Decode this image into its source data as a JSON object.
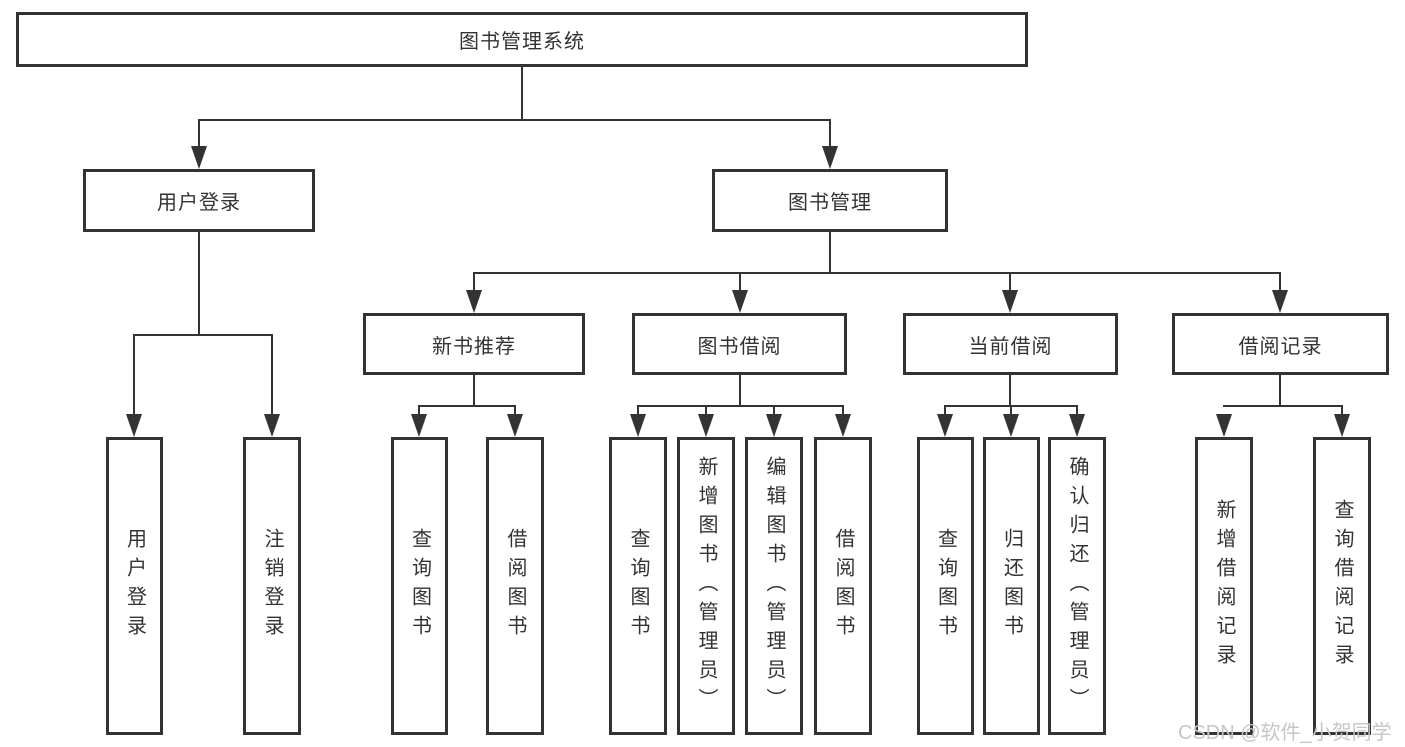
{
  "tree": {
    "root": "图书管理系统",
    "branches": [
      {
        "label": "用户登录",
        "children": [
          {
            "label": "用户登录"
          },
          {
            "label": "注销登录"
          }
        ]
      },
      {
        "label": "图书管理",
        "children": [
          {
            "label": "新书推荐",
            "children": [
              {
                "label": "查询图书"
              },
              {
                "label": "借阅图书"
              }
            ]
          },
          {
            "label": "图书借阅",
            "children": [
              {
                "label": "查询图书"
              },
              {
                "label": "新增图书（管理员）"
              },
              {
                "label": "编辑图书（管理员）"
              },
              {
                "label": "借阅图书"
              }
            ]
          },
          {
            "label": "当前借阅",
            "children": [
              {
                "label": "查询图书"
              },
              {
                "label": "归还图书"
              },
              {
                "label": "确认归还（管理员）"
              }
            ]
          },
          {
            "label": "借阅记录",
            "children": [
              {
                "label": "新增借阅记录"
              },
              {
                "label": "查询借阅记录"
              }
            ]
          }
        ]
      }
    ]
  },
  "watermark": {
    "text": "CSDN @软件_小贺同学"
  },
  "colors": {
    "line": "#333333",
    "text": "#333333",
    "watermark": "#c6c6c6",
    "background": "#ffffff"
  }
}
